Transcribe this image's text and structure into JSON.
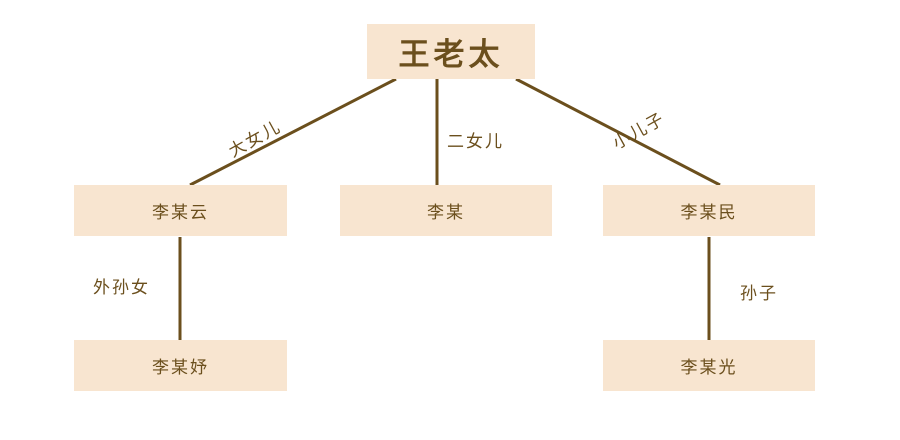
{
  "diagram": {
    "title_node": "王老太",
    "type": "family-tree",
    "colors": {
      "box_fill": "#f8e5d0",
      "line": "#6b4f1d",
      "text": "#6b4f1d",
      "background": "#ffffff"
    },
    "nodes": [
      {
        "id": "root",
        "label": "王老太",
        "level": 1
      },
      {
        "id": "child1",
        "label": "李某云",
        "level": 2
      },
      {
        "id": "child2",
        "label": "李某",
        "level": 2
      },
      {
        "id": "child3",
        "label": "李某民",
        "level": 2
      },
      {
        "id": "grandchild1",
        "label": "李某妤",
        "level": 3
      },
      {
        "id": "grandchild2",
        "label": "李某光",
        "level": 3
      }
    ],
    "edges": [
      {
        "from": "root",
        "to": "child1",
        "label": "大女儿"
      },
      {
        "from": "root",
        "to": "child2",
        "label": "二女儿"
      },
      {
        "from": "root",
        "to": "child3",
        "label": "小儿子"
      },
      {
        "from": "child1",
        "to": "grandchild1",
        "label": "外孙女"
      },
      {
        "from": "child3",
        "to": "grandchild2",
        "label": "孙子"
      }
    ]
  }
}
